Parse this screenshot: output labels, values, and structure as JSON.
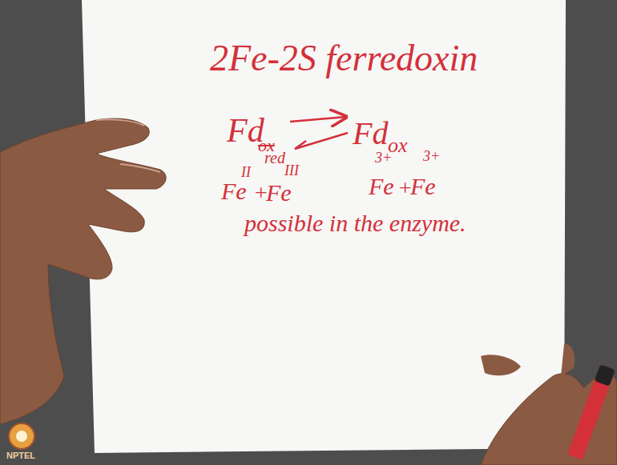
{
  "diagram": {
    "title": "2Fe-2S ferredoxin",
    "labels": [
      "Fd",
      "ox",
      "red",
      "Fd",
      "ox",
      "Fe",
      "II",
      "+",
      "Fe",
      "III",
      "Fe",
      "3+",
      "+",
      "Fe",
      "3+",
      "possible in the enzyme.",
      "NPTEL"
    ]
  }
}
